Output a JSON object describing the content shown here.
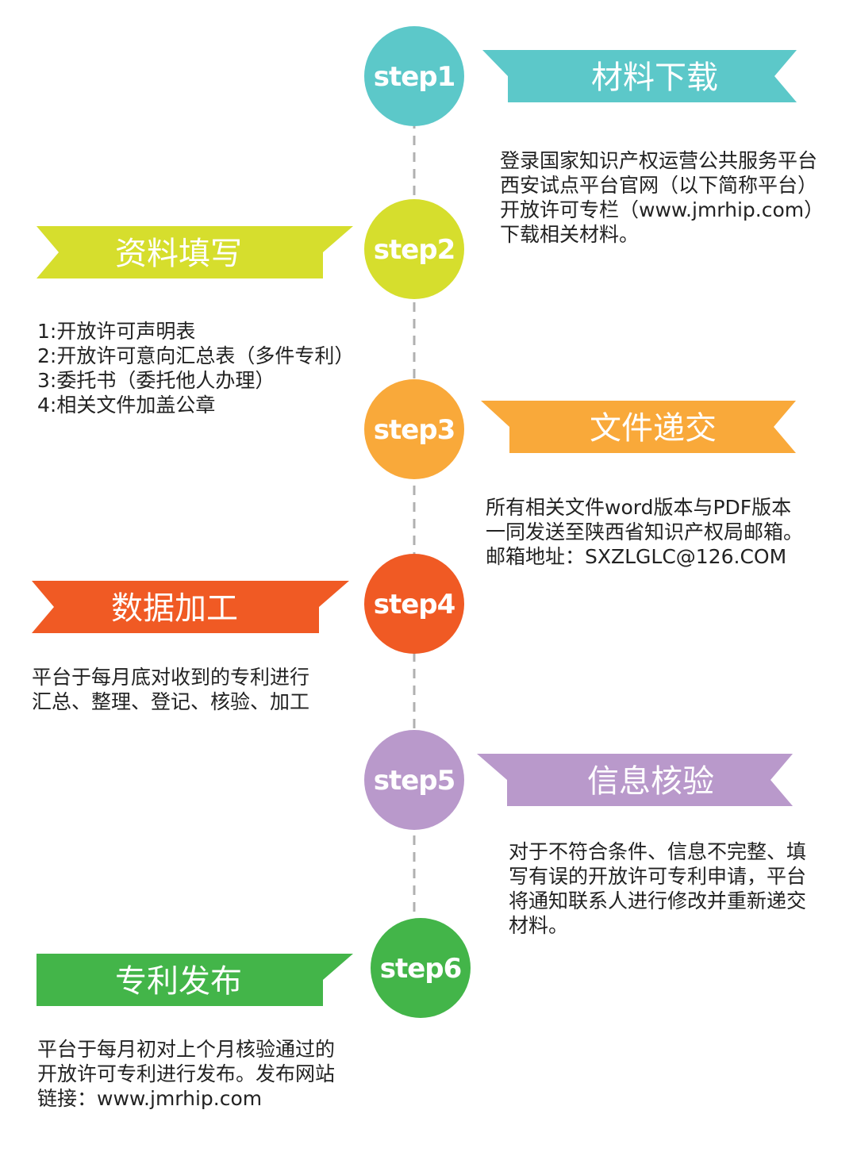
{
  "colors": {
    "step1": "#5cc8c9",
    "step2": "#d6de2d",
    "step3": "#f9a93a",
    "step4": "#f05a24",
    "step5": "#b999cb",
    "step6": "#43b549",
    "connector": "#b0b0b0"
  },
  "steps": [
    {
      "step": "step1",
      "title": "材料下载",
      "lines": [
        "登录国家知识产权运营公共服务平台",
        "西安试点平台官网（以下简称平台）",
        "开放许可专栏（www.jmrhip.com）",
        "下载相关材料。"
      ]
    },
    {
      "step": "step2",
      "title": "资料填写",
      "lines": [
        "1:开放许可声明表",
        "2:开放许可意向汇总表（多件专利）",
        "3:委托书（委托他人办理）",
        "4:相关文件加盖公章"
      ]
    },
    {
      "step": "step3",
      "title": "文件递交",
      "lines": [
        "所有相关文件word版本与PDF版本",
        "一同发送至陕西省知识产权局邮箱。",
        "邮箱地址：SXZLGLC@126.COM"
      ]
    },
    {
      "step": "step4",
      "title": "数据加工",
      "lines": [
        "平台于每月底对收到的专利进行",
        "汇总、整理、登记、核验、加工"
      ]
    },
    {
      "step": "step5",
      "title": "信息核验",
      "lines": [
        "对于不符合条件、信息不完整、填",
        "写有误的开放许可专利申请，平台",
        "将通知联系人进行修改并重新递交",
        "材料。"
      ]
    },
    {
      "step": "step6",
      "title": "专利发布",
      "lines": [
        "平台于每月初对上个月核验通过的",
        "开放许可专利进行发布。发布网站",
        "链接：www.jmrhip.com"
      ]
    }
  ]
}
